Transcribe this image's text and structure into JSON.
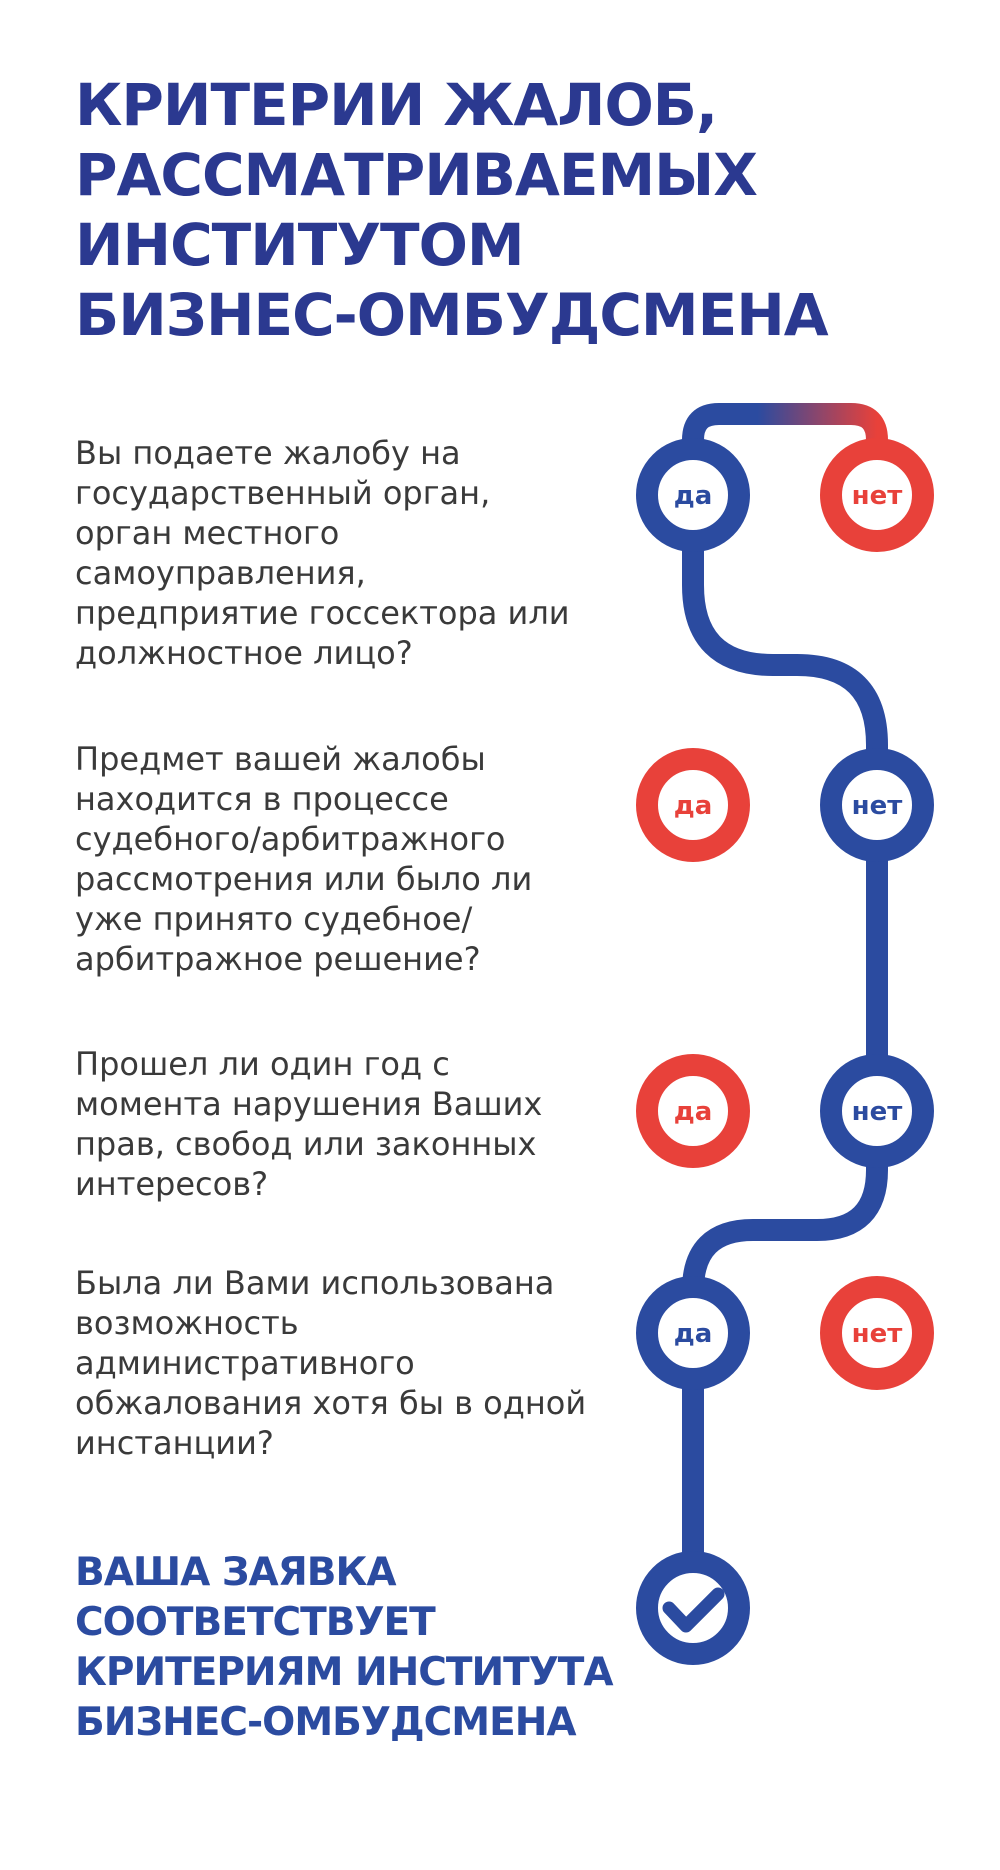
{
  "title_lines": [
    "КРИТЕРИИ ЖАЛОБ,",
    "РАССМАТРИВАЕМЫХ",
    "ИНСТИТУТОМ",
    "БИЗНЕС-ОМБУДСМЕНА"
  ],
  "questions": [
    {
      "lines": [
        "Вы подаете жалобу на",
        "государственный орган,",
        "орган местного",
        "самоуправления,",
        "предприятие госсектора или",
        "должностное лицо?"
      ],
      "yes_label": "да",
      "no_label": "нет",
      "path_through": "yes"
    },
    {
      "lines": [
        "Предмет вашей жалобы",
        "находится в процессе",
        "судебного/арбитражного",
        "рассмотрения или было ли",
        "уже принято судебное/",
        "арбитражное решение?"
      ],
      "yes_label": "да",
      "no_label": "нет",
      "path_through": "no"
    },
    {
      "lines": [
        "Прошел ли один год с",
        "момента нарушения Ваших",
        "прав, свобод или законных",
        "интересов?"
      ],
      "yes_label": "да",
      "no_label": "нет",
      "path_through": "no"
    },
    {
      "lines": [
        "Была ли Вами использована",
        "возможность",
        "административного",
        "обжалования хотя бы в одной",
        "инстанции?"
      ],
      "yes_label": "да",
      "no_label": "нет",
      "path_through": "yes"
    }
  ],
  "result_lines": [
    "ВАША ЗАЯВКА",
    "СООТВЕТСТВУЕТ",
    "КРИТЕРИЯМ ИНСТИТУТА",
    "БИЗНЕС-ОМБУДСМЕНА"
  ],
  "final_icon": "checkmark-icon",
  "colors": {
    "title": "#2b3990",
    "text": "#3a3a3a",
    "path": "#2b4ba0",
    "reject": "#e8413a",
    "background": "#ffffff"
  }
}
